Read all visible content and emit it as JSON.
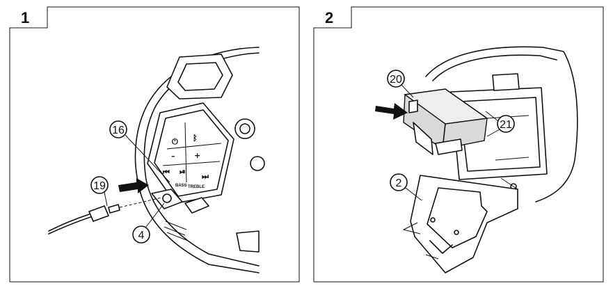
{
  "panels": [
    {
      "number": "1",
      "callouts": {
        "c16": "16",
        "c19": "19",
        "c4": "4"
      },
      "control_labels": {
        "bass": "BASS",
        "treble": "TREBLE"
      }
    },
    {
      "number": "2",
      "callouts": {
        "c20": "20",
        "c21": "21",
        "c2": "2"
      }
    }
  ],
  "icons": {
    "power": "power-icon",
    "bluetooth": "bluetooth-icon",
    "volume_down": "minus-icon",
    "volume_up": "plus-icon",
    "previous": "previous-track-icon",
    "play_pause": "play-pause-icon",
    "next": "next-track-icon",
    "insert_arrow": "arrow-icon"
  },
  "colors": {
    "line": "#111111",
    "background": "#ffffff",
    "shade": "#d9d9d9"
  }
}
